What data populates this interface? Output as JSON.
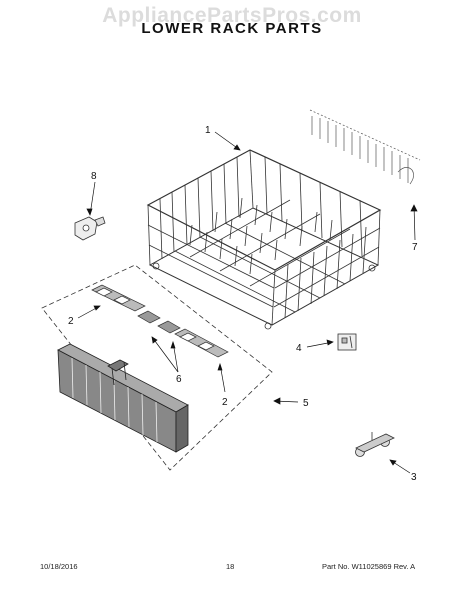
{
  "watermark": "AppliancePartsPros.com",
  "title": "LOWER RACK PARTS",
  "callouts": [
    "1",
    "8",
    "7",
    "2",
    "6",
    "4",
    "2",
    "5",
    "3"
  ],
  "footer": {
    "date": "10/18/2016",
    "page": "18",
    "part": "Part No. W11025869  Rev. A"
  }
}
